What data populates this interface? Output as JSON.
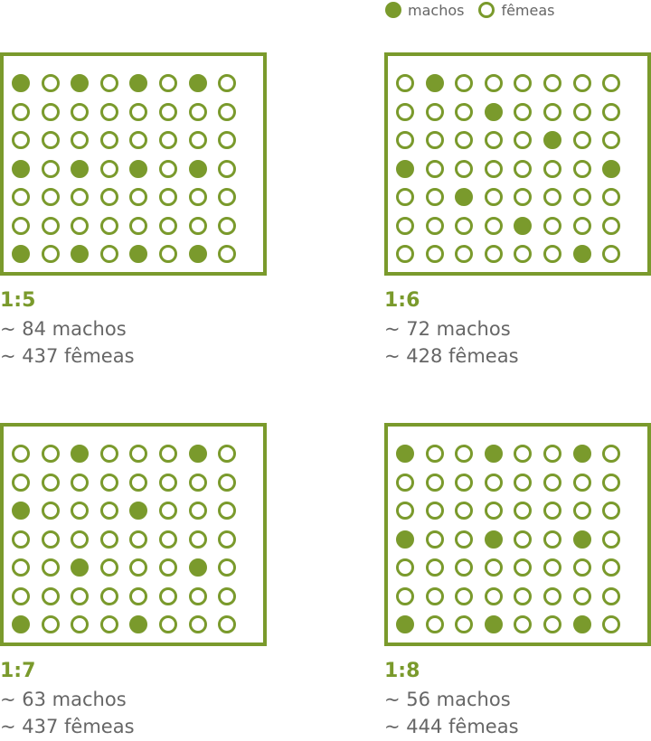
{
  "colors": {
    "accent": "#7a9a2c",
    "text": "#666666",
    "background": "#ffffff"
  },
  "legend": {
    "male": {
      "label": "machos",
      "icon": "filled-circle"
    },
    "female": {
      "label": "fêmeas",
      "icon": "hollow-circle"
    }
  },
  "grid": {
    "rows": 7,
    "cols": 8
  },
  "panels": [
    {
      "ratio": "1:5",
      "males_text": "~ 84 machos",
      "females_text": "~ 437 fêmeas",
      "male_cells": [
        [
          0,
          0
        ],
        [
          0,
          2
        ],
        [
          0,
          4
        ],
        [
          0,
          6
        ],
        [
          3,
          0
        ],
        [
          3,
          2
        ],
        [
          3,
          4
        ],
        [
          3,
          6
        ],
        [
          6,
          0
        ],
        [
          6,
          2
        ],
        [
          6,
          4
        ],
        [
          6,
          6
        ]
      ]
    },
    {
      "ratio": "1:6",
      "males_text": "~ 72 machos",
      "females_text": "~ 428 fêmeas",
      "male_cells": [
        [
          0,
          1
        ],
        [
          1,
          3
        ],
        [
          2,
          5
        ],
        [
          3,
          0
        ],
        [
          3,
          7
        ],
        [
          4,
          2
        ],
        [
          5,
          4
        ],
        [
          6,
          6
        ]
      ]
    },
    {
      "ratio": "1:7",
      "males_text": "~ 63 machos",
      "females_text": "~ 437 fêmeas",
      "male_cells": [
        [
          0,
          2
        ],
        [
          0,
          6
        ],
        [
          2,
          0
        ],
        [
          2,
          4
        ],
        [
          4,
          2
        ],
        [
          4,
          6
        ],
        [
          6,
          0
        ],
        [
          6,
          4
        ]
      ]
    },
    {
      "ratio": "1:8",
      "males_text": "~ 56 machos",
      "females_text": "~ 444 fêmeas",
      "male_cells": [
        [
          0,
          0
        ],
        [
          0,
          3
        ],
        [
          0,
          6
        ],
        [
          3,
          0
        ],
        [
          3,
          3
        ],
        [
          3,
          6
        ],
        [
          6,
          0
        ],
        [
          6,
          3
        ],
        [
          6,
          6
        ]
      ]
    }
  ]
}
